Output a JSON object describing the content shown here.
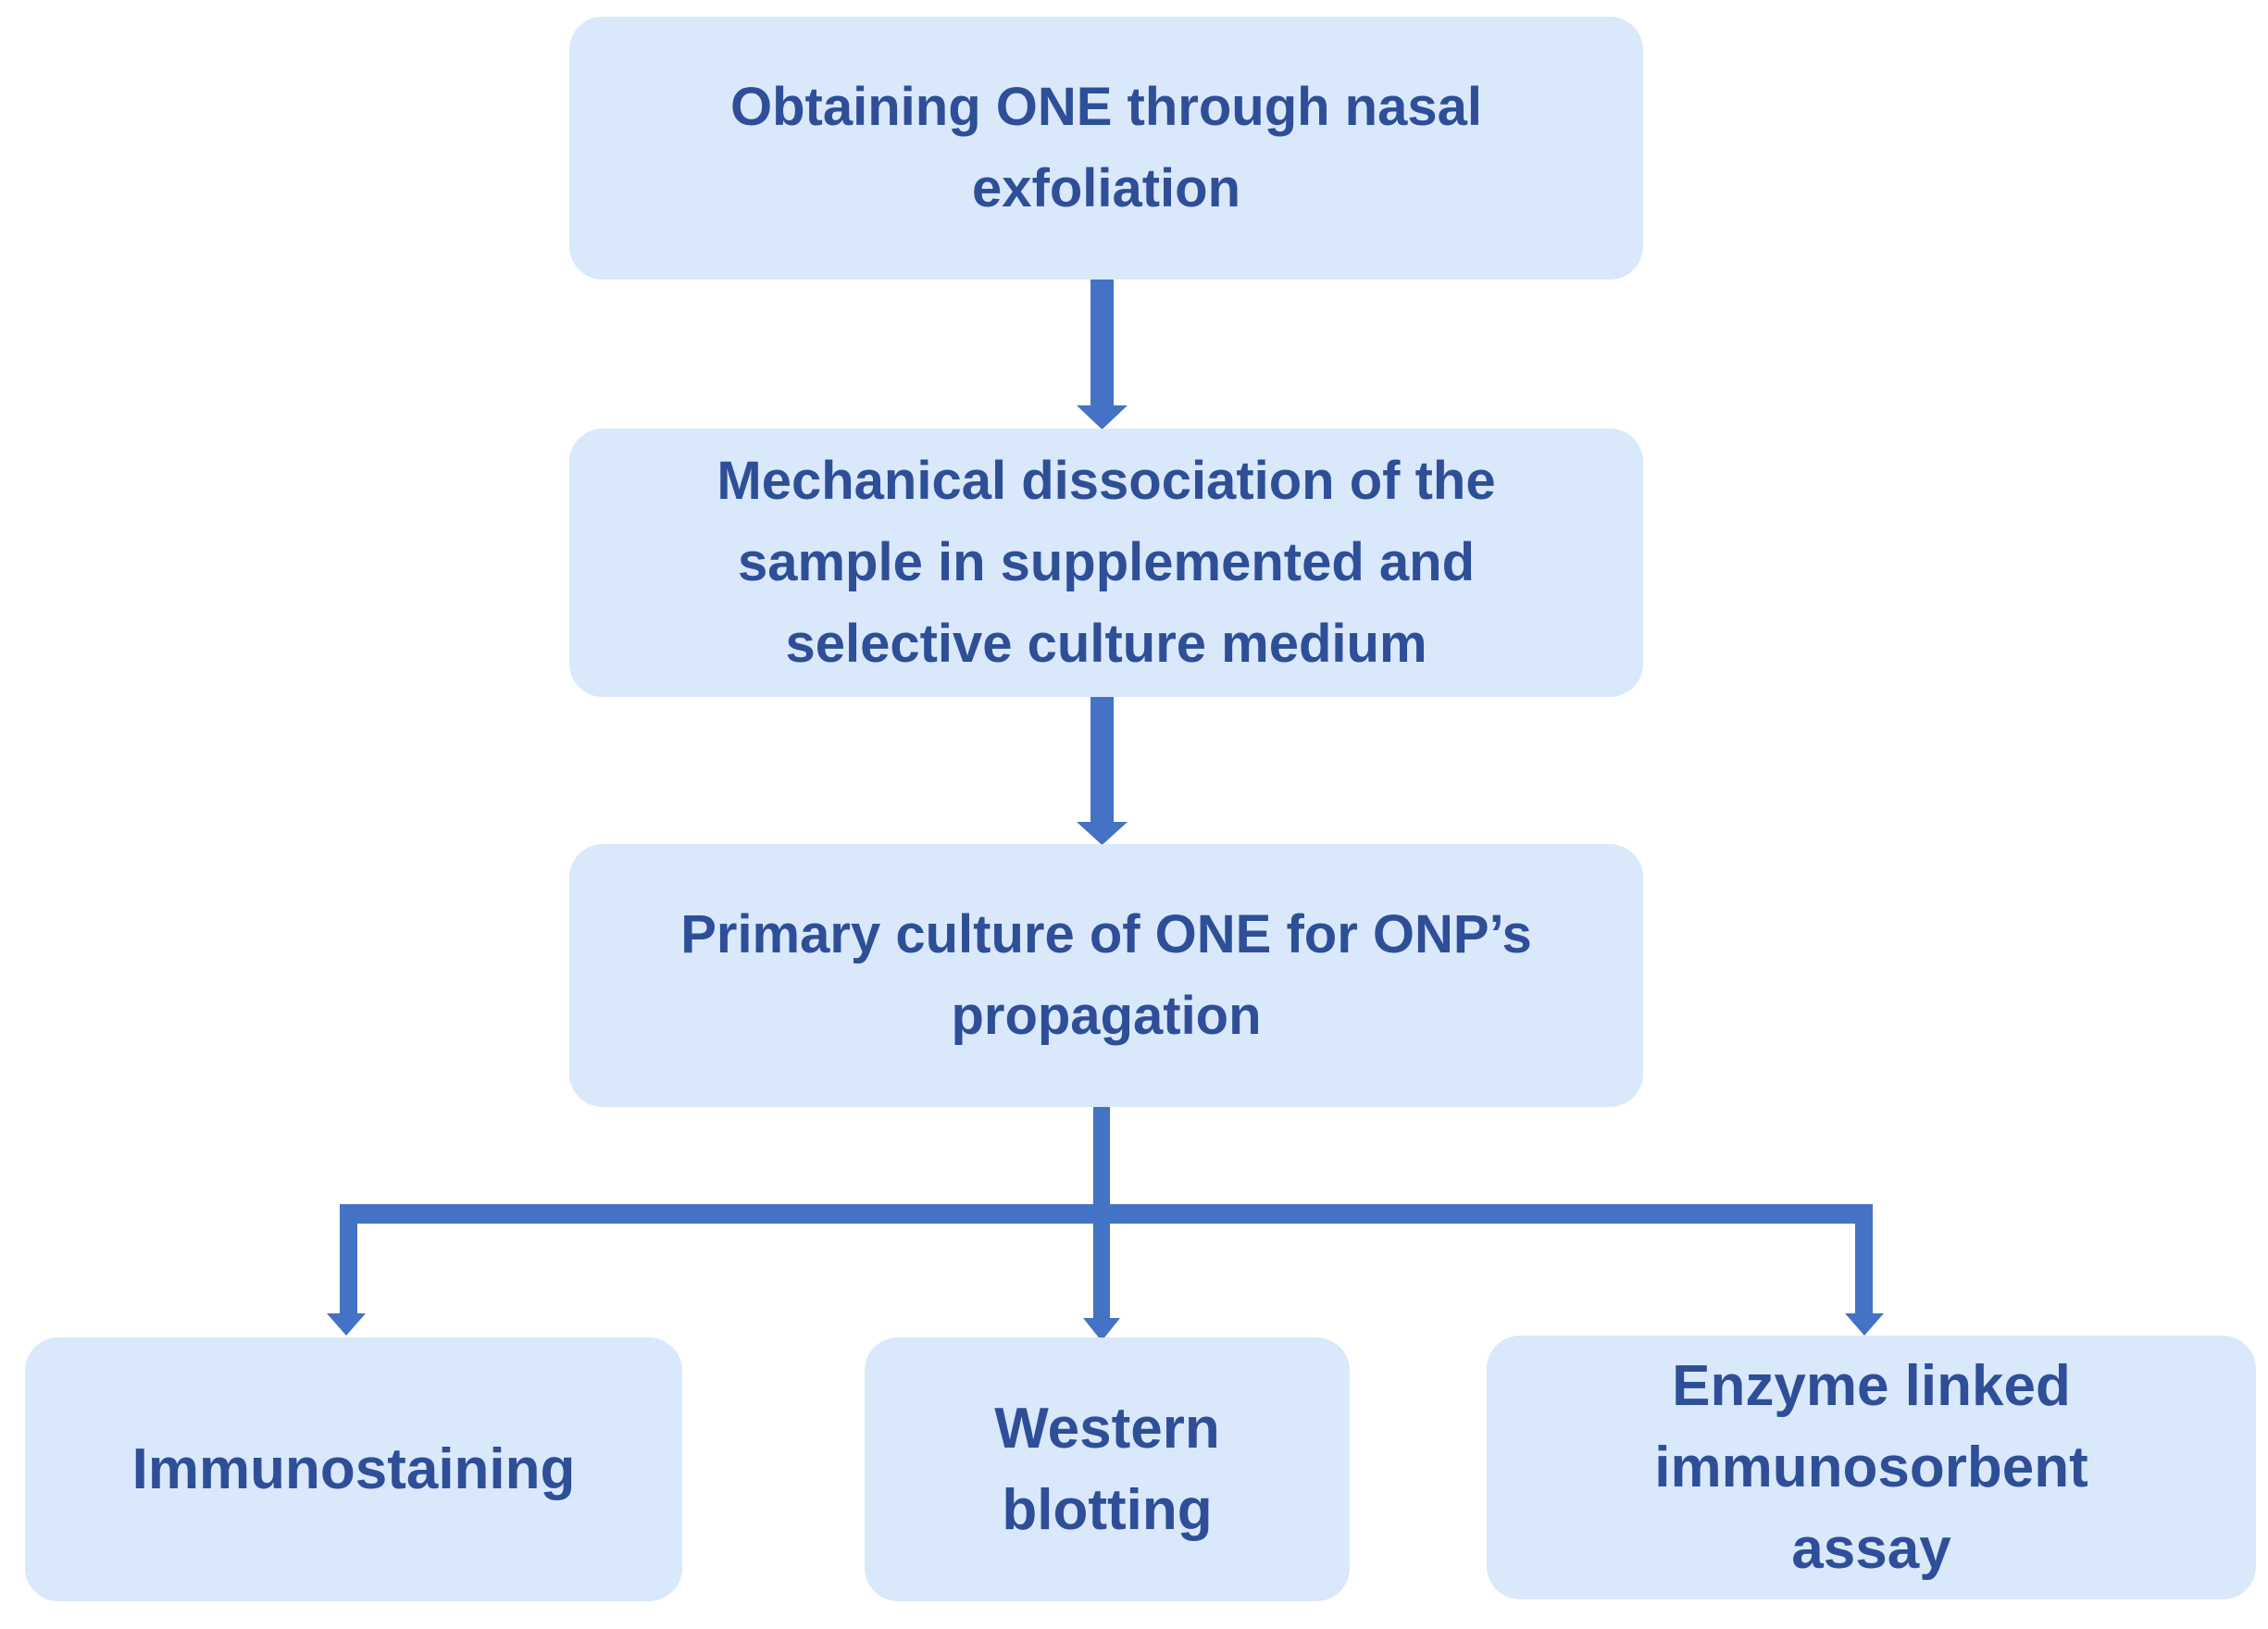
{
  "colors": {
    "page_bg": "#ffffff",
    "box_fill": "#d9e8fb",
    "box_text": "#2e4f97",
    "arrow": "#4472c4"
  },
  "flowchart": {
    "nodes": {
      "obtaining": {
        "label": "Obtaining ONE through nasal exfoliation"
      },
      "dissociation": {
        "label": "Mechanical dissociation of the sample in supplemented and selective culture medium"
      },
      "primary_culture": {
        "label": "Primary culture of ONE for ONP’s propagation"
      },
      "immunostaining": {
        "label": "Immunostaining"
      },
      "western_blotting": {
        "label": "Western blotting"
      },
      "elisa": {
        "label": "Enzyme linked immunosorbent assay"
      }
    },
    "edges": [
      {
        "from": "obtaining",
        "to": "dissociation"
      },
      {
        "from": "dissociation",
        "to": "primary_culture"
      },
      {
        "from": "primary_culture",
        "to": "immunostaining"
      },
      {
        "from": "primary_culture",
        "to": "western_blotting"
      },
      {
        "from": "primary_culture",
        "to": "elisa"
      }
    ]
  }
}
